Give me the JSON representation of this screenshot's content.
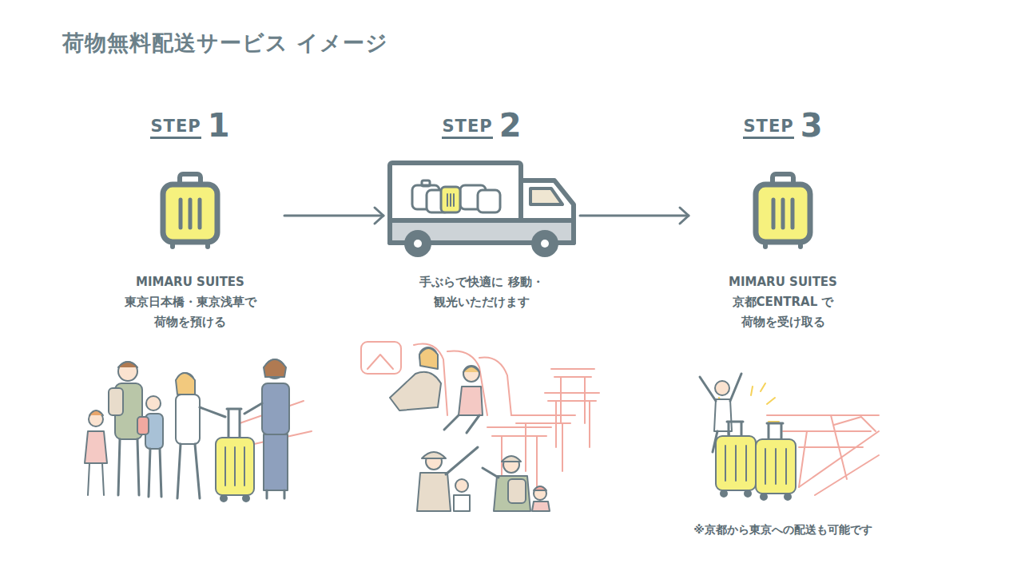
{
  "diagram": {
    "title": "荷物無料配送サービス イメージ",
    "nodes": [
      {
        "text": [
          "STEP",
          "1",
          "MIMARU SUITES 東京日本橋・東京浅草で 荷物を預ける"
        ]
      },
      {
        "text": [
          "STEP",
          "2",
          "手ぶらで快適に 移動・観光いただけます"
        ]
      },
      {
        "text": [
          "STEP",
          "3",
          "MIMARU SUITES 京都CENTRAL で 荷物を受け取る"
        ]
      }
    ],
    "edges": [
      {
        "from": 0,
        "to": 1,
        "arrow": "to"
      },
      {
        "from": 1,
        "to": 2,
        "arrow": "to"
      }
    ],
    "labels": [
      "※京都から東京への配送も可能です"
    ]
  }
}
